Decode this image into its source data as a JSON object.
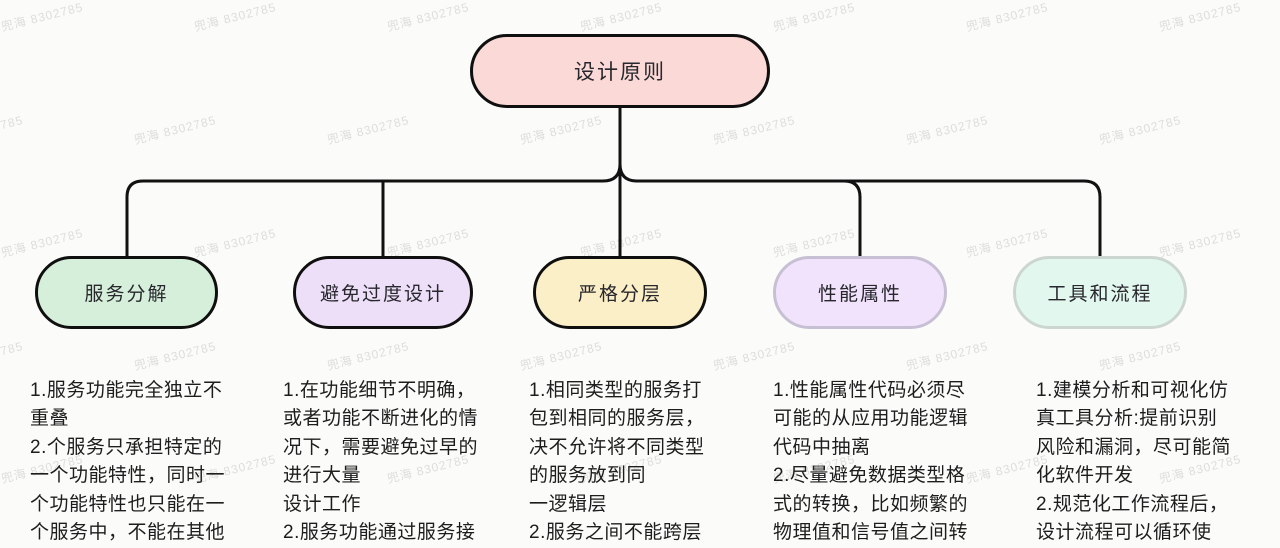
{
  "canvas": {
    "background": "#fbfbf9",
    "line_color": "#111111",
    "watermark_text": "兜海 8302785",
    "watermark_color": "#dddddb"
  },
  "root": {
    "label": "设计原则",
    "fill": "#fbd9d6",
    "border": "#0f0f0f"
  },
  "branches": [
    {
      "label": "服务分解",
      "fill": "#d6efdb",
      "border": "#0f0f0f",
      "lines": [
        "1.服务功能完全独立不",
        "重叠",
        "2.个服务只承担特定的",
        "一个功能特性，同时一",
        "个功能特性也只能在一",
        "个服务中，不能在其他"
      ]
    },
    {
      "label": "避免过度设计",
      "fill": "#eddff8",
      "border": "#0f0f0f",
      "lines": [
        "1.在功能细节不明确，",
        "或者功能不断进化的情",
        "况下，需要避免过早的",
        "进行大量",
        "设计工作",
        "2.服务功能通过服务接"
      ]
    },
    {
      "label": "严格分层",
      "fill": "#fbefc7",
      "border": "#0f0f0f",
      "lines": [
        "1.相同类型的服务打",
        "包到相同的服务层，",
        "决不允许将不同类型",
        "的服务放到同",
        "一逻辑层",
        "2.服务之间不能跨层"
      ]
    },
    {
      "label": "性能属性",
      "fill": "#f1e3fb",
      "border": "#c7bfd3",
      "lines": [
        "1.性能属性代码必须尽",
        "可能的从应用功能逻辑",
        "代码中抽离",
        "2.尽量避免数据类型格",
        "式的转换，比如频繁的",
        "物理值和信号值之间转"
      ]
    },
    {
      "label": "工具和流程",
      "fill": "#e2f7ed",
      "border": "#ccd6d0",
      "lines": [
        "1.建模分析和可视化仿",
        "真工具分析:提前识别",
        "风险和漏洞，尽可能简",
        "化软件开发",
        "2.规范化工作流程后，",
        "设计流程可以循环使"
      ]
    }
  ]
}
